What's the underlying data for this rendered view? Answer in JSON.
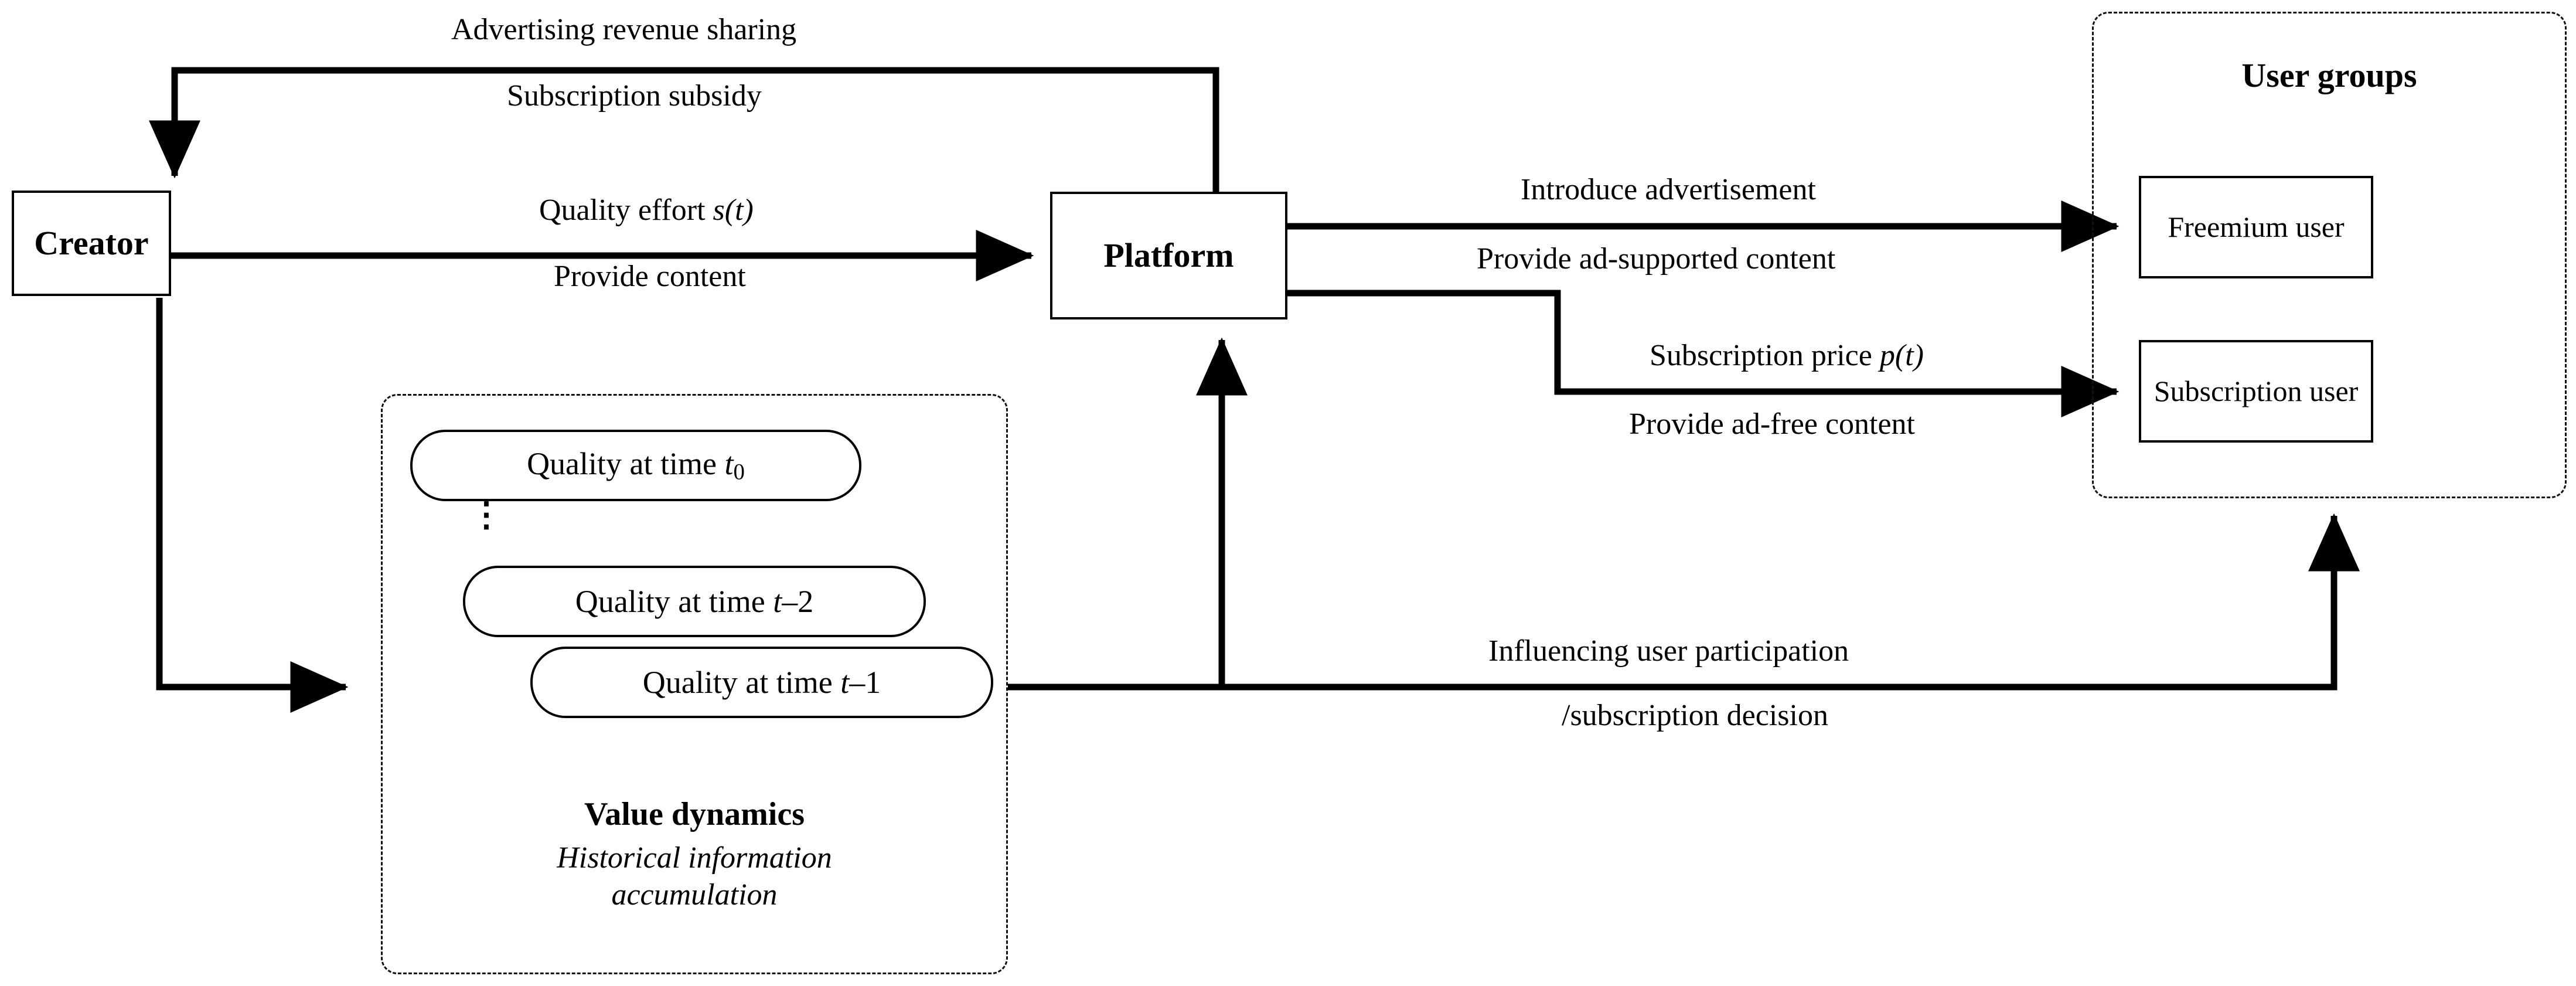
{
  "diagram": {
    "title": "Creator-Platform-User groups value flow diagram",
    "stroke_color": "#000000",
    "background_color": "#ffffff"
  },
  "nodes": {
    "creator": {
      "label": "Creator"
    },
    "platform": {
      "label": "Platform"
    },
    "freemium_user": {
      "label": "Freemium user"
    },
    "subscription_user": {
      "label": "Subscription user"
    },
    "user_groups": {
      "title": "User groups"
    },
    "value_dynamics": {
      "title": "Value dynamics",
      "subtitle_line1": "Historical information",
      "subtitle_line2": "accumulation",
      "dots": "⋮",
      "pills": [
        {
          "text_prefix": "Quality at time ",
          "var": "t",
          "suffix": "0",
          "suffix_style": "subscript"
        },
        {
          "text_prefix": "Quality at time ",
          "var": "t",
          "suffix": "–2",
          "suffix_style": "inline"
        },
        {
          "text_prefix": "Quality at time ",
          "var": "t",
          "suffix": "–1",
          "suffix_style": "inline"
        }
      ]
    }
  },
  "edges": {
    "platform_to_creator": {
      "above": "Advertising revenue sharing",
      "below": "Subscription subsidy"
    },
    "creator_to_platform": {
      "above_prefix": "Quality effort ",
      "above_var": "s",
      "above_suffix": "(t)",
      "below": "Provide content"
    },
    "platform_to_freemium": {
      "above": "Introduce advertisement",
      "below": "Provide ad-supported content"
    },
    "platform_to_subscription": {
      "above_prefix": "Subscription price ",
      "above_var": "p",
      "above_suffix": "(t)",
      "below": "Provide ad-free content"
    },
    "value_to_usergroups": {
      "line1": "Influencing user participation",
      "line2": "/subscription decision"
    }
  }
}
